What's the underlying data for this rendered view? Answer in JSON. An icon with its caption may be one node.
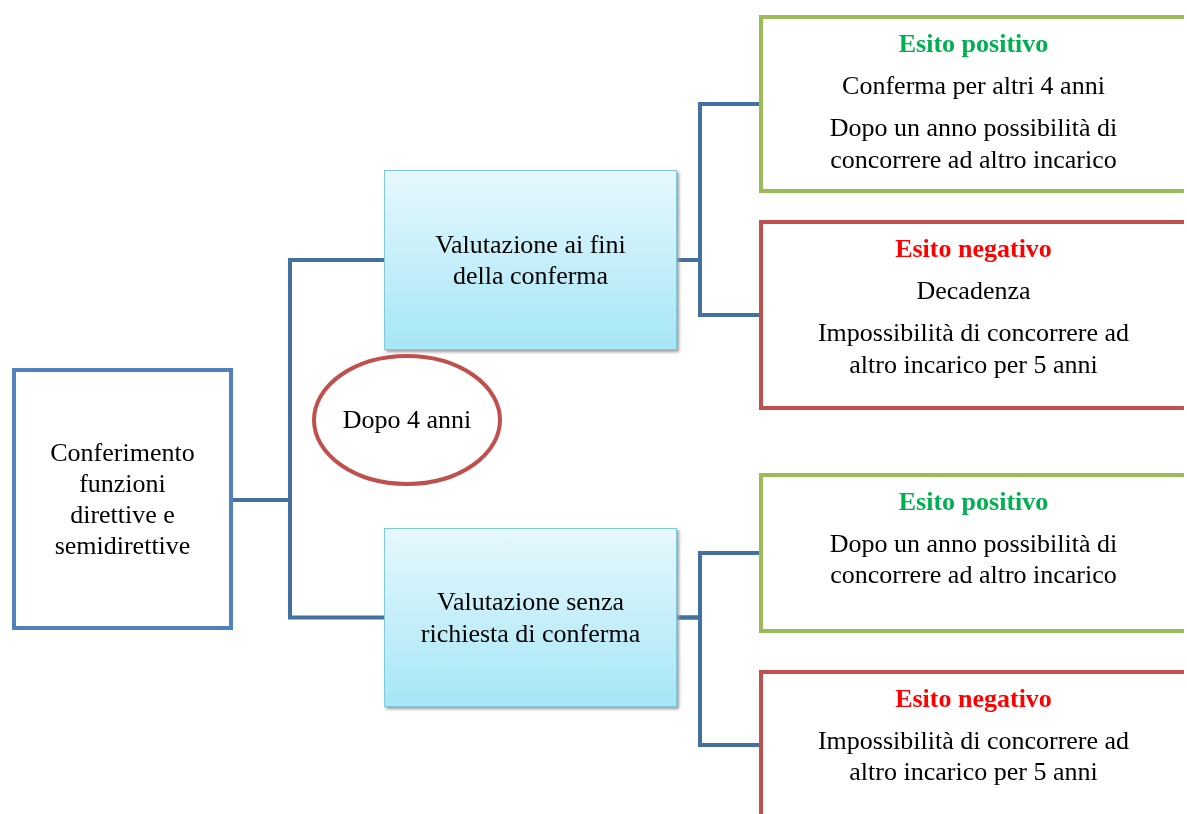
{
  "diagram": {
    "nodes": [
      {
        "text": [
          "Conferimento funzioni direttive e semidirettive"
        ]
      },
      {
        "text": [
          "Dopo 4 anni"
        ]
      },
      {
        "text": [
          "Valutazione ai fini della conferma"
        ]
      },
      {
        "text": [
          "Esito positivo",
          "Conferma per altri 4 anni",
          "Dopo un anno possibilità di concorrere ad altro incarico"
        ]
      },
      {
        "text": [
          "Esito negativo",
          "Decadenza",
          "Impossibilità di concorrere ad altro incarico per 5 anni"
        ]
      },
      {
        "text": [
          "Valutazione senza richiesta di conferma"
        ]
      },
      {
        "text": [
          "Esito positivo",
          "Dopo un anno possibilità di concorrere ad altro incarico"
        ]
      },
      {
        "text": [
          "Esito negativo",
          "Impossibilità di concorrere ad altro incarico per 5 anni"
        ]
      }
    ],
    "edges": [
      {
        "from": 0,
        "to": 2,
        "arrow": "none"
      },
      {
        "from": 0,
        "to": 5,
        "arrow": "none"
      },
      {
        "from": 2,
        "to": 3,
        "arrow": "none"
      },
      {
        "from": 2,
        "to": 4,
        "arrow": "none"
      },
      {
        "from": 5,
        "to": 6,
        "arrow": "none"
      },
      {
        "from": 5,
        "to": 7,
        "arrow": "none"
      }
    ]
  }
}
